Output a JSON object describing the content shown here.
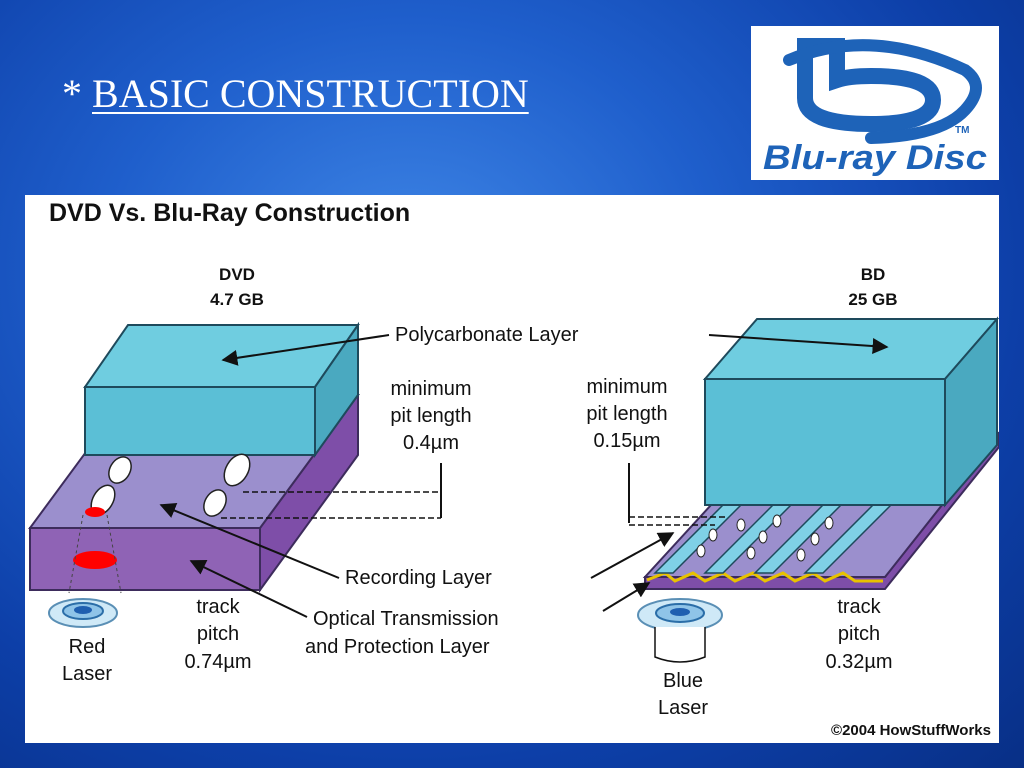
{
  "slide": {
    "bullet": "*",
    "title": "BASIC  CONSTRUCTION"
  },
  "logo": {
    "text": "Blu-ray Disc",
    "tm": "TM",
    "color": "#1e63b8"
  },
  "figure": {
    "title": "DVD Vs. Blu-Ray Construction",
    "dvd": {
      "name": "DVD",
      "capacity": "4.7 GB",
      "min_pit": [
        "minimum",
        "pit length",
        "0.4µm"
      ],
      "track_pitch": [
        "track",
        "pitch",
        "0.74µm"
      ],
      "laser": [
        "Red",
        "Laser"
      ]
    },
    "bd": {
      "name": "BD",
      "capacity": "25 GB",
      "min_pit": [
        "minimum",
        "pit length",
        "0.15µm"
      ],
      "track_pitch": [
        "track",
        "pitch",
        "0.32µm"
      ],
      "laser": [
        "Blue",
        "Laser"
      ]
    },
    "labels": {
      "polycarbonate": "Polycarbonate Layer",
      "recording": "Recording Layer",
      "optical": [
        "Optical Transmission",
        "and Protection Layer"
      ]
    },
    "credit": "©2004 HowStuffWorks",
    "colors": {
      "polycarbonate": "#5bbfd6",
      "recording_purple": "#8f63b5",
      "dvd_top_surface": "#9b8fcd",
      "red_laser": "#ff0000",
      "blue_laser": "#2d7fd8"
    }
  }
}
